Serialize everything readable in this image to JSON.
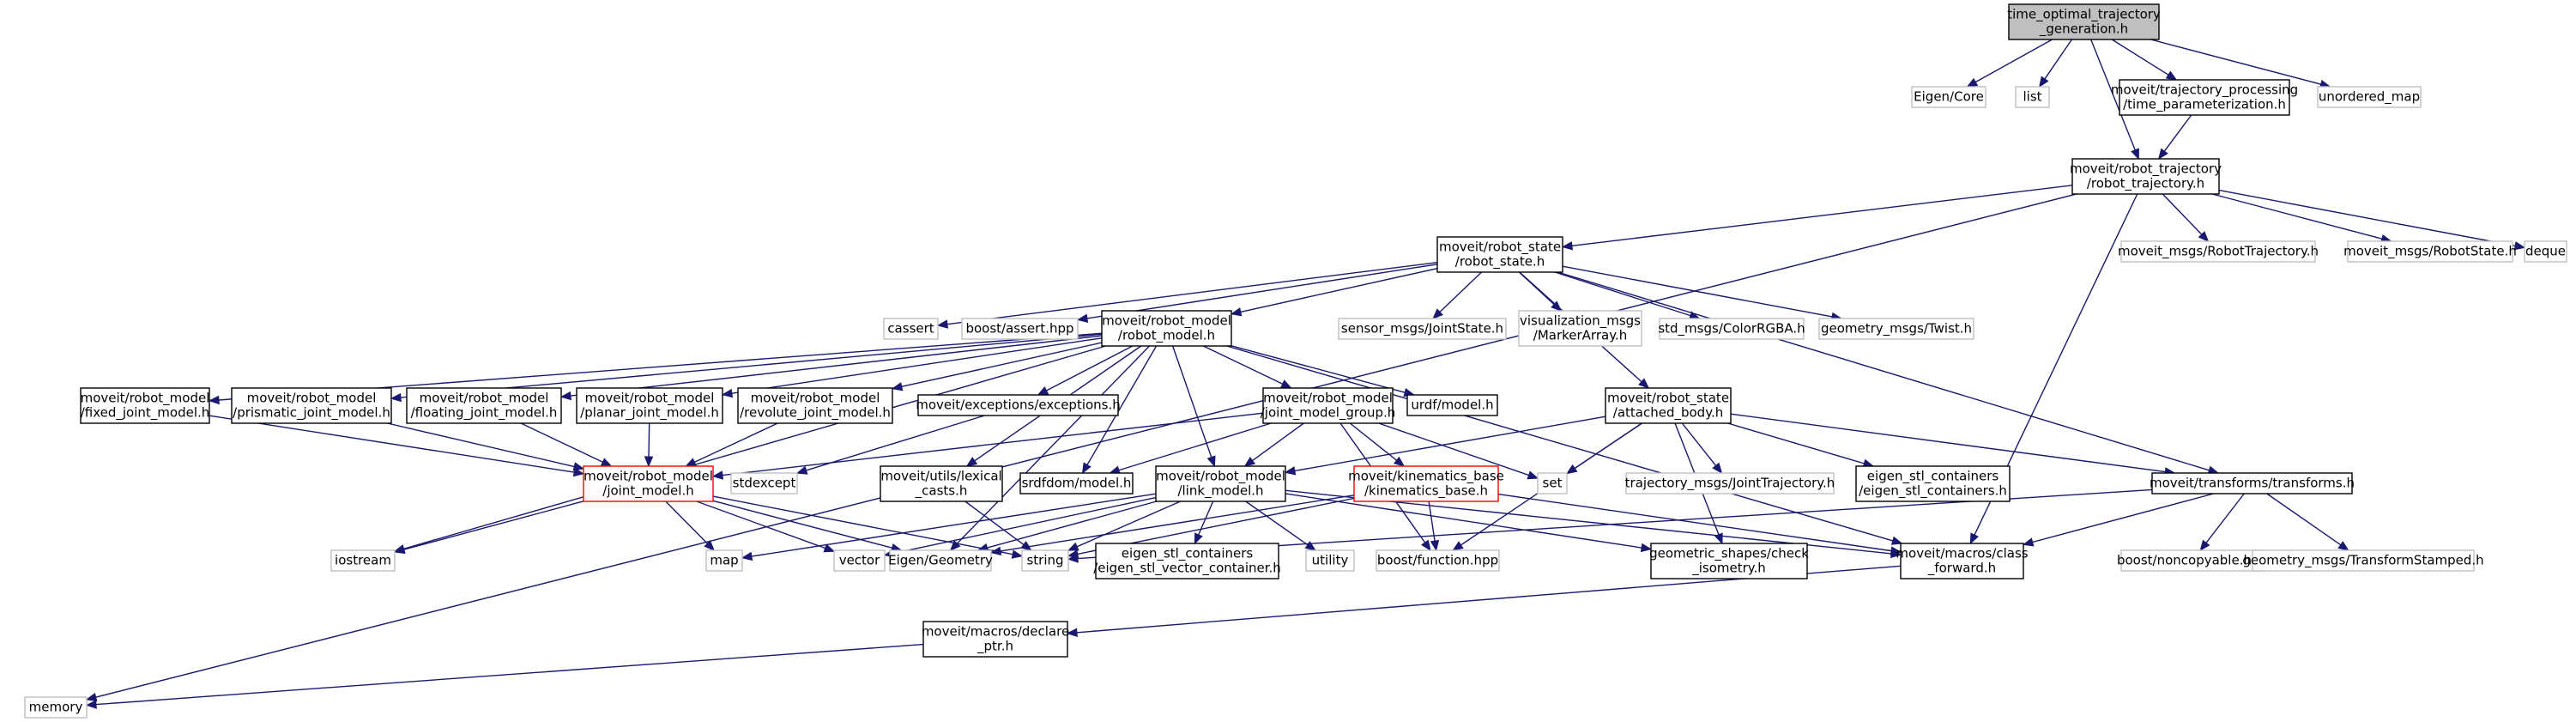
{
  "graph": {
    "nodes": [
      {
        "id": "root",
        "lines": [
          "time_optimal_trajectory",
          "_generation.h"
        ],
        "style": "root"
      },
      {
        "id": "eigen_core",
        "lines": [
          "Eigen/Core"
        ],
        "style": "ext"
      },
      {
        "id": "list",
        "lines": [
          "list"
        ],
        "style": "ext"
      },
      {
        "id": "time_param",
        "lines": [
          "moveit/trajectory_processing",
          "/time_parameterization.h"
        ],
        "style": "normal"
      },
      {
        "id": "unordered_map",
        "lines": [
          "unordered_map"
        ],
        "style": "ext"
      },
      {
        "id": "robot_traj",
        "lines": [
          "moveit/robot_trajectory",
          "/robot_trajectory.h"
        ],
        "style": "normal"
      },
      {
        "id": "robot_state",
        "lines": [
          "moveit/robot_state",
          "/robot_state.h"
        ],
        "style": "normal"
      },
      {
        "id": "msg_robot_traj",
        "lines": [
          "moveit_msgs/RobotTrajectory.h"
        ],
        "style": "ext"
      },
      {
        "id": "msg_robot_state",
        "lines": [
          "moveit_msgs/RobotState.h"
        ],
        "style": "ext"
      },
      {
        "id": "deque",
        "lines": [
          "deque"
        ],
        "style": "ext"
      },
      {
        "id": "cassert",
        "lines": [
          "cassert"
        ],
        "style": "ext"
      },
      {
        "id": "boost_assert",
        "lines": [
          "boost/assert.hpp"
        ],
        "style": "ext"
      },
      {
        "id": "robot_model",
        "lines": [
          "moveit/robot_model",
          "/robot_model.h"
        ],
        "style": "normal"
      },
      {
        "id": "sensor_joint",
        "lines": [
          "sensor_msgs/JointState.h"
        ],
        "style": "ext"
      },
      {
        "id": "vis_marker",
        "lines": [
          "visualization_msgs",
          "/MarkerArray.h"
        ],
        "style": "ext"
      },
      {
        "id": "std_color",
        "lines": [
          "std_msgs/ColorRGBA.h"
        ],
        "style": "ext"
      },
      {
        "id": "geo_twist",
        "lines": [
          "geometry_msgs/Twist.h"
        ],
        "style": "ext"
      },
      {
        "id": "fixed_joint",
        "lines": [
          "moveit/robot_model",
          "/fixed_joint_model.h"
        ],
        "style": "normal"
      },
      {
        "id": "prismatic_joint",
        "lines": [
          "moveit/robot_model",
          "/prismatic_joint_model.h"
        ],
        "style": "normal"
      },
      {
        "id": "floating_joint",
        "lines": [
          "moveit/robot_model",
          "/floating_joint_model.h"
        ],
        "style": "normal"
      },
      {
        "id": "planar_joint",
        "lines": [
          "moveit/robot_model",
          "/planar_joint_model.h"
        ],
        "style": "normal"
      },
      {
        "id": "revolute_joint",
        "lines": [
          "moveit/robot_model",
          "/revolute_joint_model.h"
        ],
        "style": "normal"
      },
      {
        "id": "exceptions",
        "lines": [
          "moveit/exceptions/exceptions.h"
        ],
        "style": "normal"
      },
      {
        "id": "joint_model_group",
        "lines": [
          "moveit/robot_model",
          "/joint_model_group.h"
        ],
        "style": "normal"
      },
      {
        "id": "urdf_model",
        "lines": [
          "urdf/model.h"
        ],
        "style": "normal"
      },
      {
        "id": "attached_body",
        "lines": [
          "moveit/robot_state",
          "/attached_body.h"
        ],
        "style": "normal"
      },
      {
        "id": "joint_model",
        "lines": [
          "moveit/robot_model",
          "/joint_model.h"
        ],
        "style": "red"
      },
      {
        "id": "stdexcept",
        "lines": [
          "stdexcept"
        ],
        "style": "ext"
      },
      {
        "id": "lexical_casts",
        "lines": [
          "moveit/utils/lexical",
          "_casts.h"
        ],
        "style": "normal"
      },
      {
        "id": "srdfdom_model",
        "lines": [
          "srdfdom/model.h"
        ],
        "style": "normal"
      },
      {
        "id": "link_model",
        "lines": [
          "moveit/robot_model",
          "/link_model.h"
        ],
        "style": "normal"
      },
      {
        "id": "kinematics_base",
        "lines": [
          "moveit/kinematics_base",
          "/kinematics_base.h"
        ],
        "style": "red"
      },
      {
        "id": "set",
        "lines": [
          "set"
        ],
        "style": "ext"
      },
      {
        "id": "traj_joint",
        "lines": [
          "trajectory_msgs/JointTrajectory.h"
        ],
        "style": "ext"
      },
      {
        "id": "eigen_stl_containers",
        "lines": [
          "eigen_stl_containers",
          "/eigen_stl_containers.h"
        ],
        "style": "normal"
      },
      {
        "id": "transforms",
        "lines": [
          "moveit/transforms/transforms.h"
        ],
        "style": "normal"
      },
      {
        "id": "iostream",
        "lines": [
          "iostream"
        ],
        "style": "ext"
      },
      {
        "id": "map",
        "lines": [
          "map"
        ],
        "style": "ext"
      },
      {
        "id": "vector",
        "lines": [
          "vector"
        ],
        "style": "ext"
      },
      {
        "id": "eigen_geometry",
        "lines": [
          "Eigen/Geometry"
        ],
        "style": "ext"
      },
      {
        "id": "string",
        "lines": [
          "string"
        ],
        "style": "ext"
      },
      {
        "id": "eigen_stl_vector",
        "lines": [
          "eigen_stl_containers",
          "/eigen_stl_vector_container.h"
        ],
        "style": "normal"
      },
      {
        "id": "utility",
        "lines": [
          "utility"
        ],
        "style": "ext"
      },
      {
        "id": "boost_function",
        "lines": [
          "boost/function.hpp"
        ],
        "style": "ext"
      },
      {
        "id": "check_isometry",
        "lines": [
          "geometric_shapes/check",
          "_isometry.h"
        ],
        "style": "normal"
      },
      {
        "id": "class_forward",
        "lines": [
          "moveit/macros/class",
          "_forward.h"
        ],
        "style": "normal"
      },
      {
        "id": "boost_noncopyable",
        "lines": [
          "boost/noncopyable.hpp"
        ],
        "style": "ext"
      },
      {
        "id": "geo_transform_stamped",
        "lines": [
          "geometry_msgs/TransformStamped.h"
        ],
        "style": "ext"
      },
      {
        "id": "declare_ptr",
        "lines": [
          "moveit/macros/declare",
          "_ptr.h"
        ],
        "style": "normal"
      },
      {
        "id": "memory",
        "lines": [
          "memory"
        ],
        "style": "ext"
      }
    ],
    "edges": [
      [
        "root",
        "eigen_core"
      ],
      [
        "root",
        "list"
      ],
      [
        "root",
        "time_param"
      ],
      [
        "root",
        "unordered_map"
      ],
      [
        "root",
        "robot_traj"
      ],
      [
        "time_param",
        "robot_traj"
      ],
      [
        "robot_traj",
        "robot_state"
      ],
      [
        "robot_traj",
        "msg_robot_traj"
      ],
      [
        "robot_traj",
        "msg_robot_state"
      ],
      [
        "robot_traj",
        "deque"
      ],
      [
        "robot_traj",
        "memory"
      ],
      [
        "robot_traj",
        "class_forward"
      ],
      [
        "robot_state",
        "cassert"
      ],
      [
        "robot_state",
        "boost_assert"
      ],
      [
        "robot_state",
        "robot_model"
      ],
      [
        "robot_state",
        "sensor_joint"
      ],
      [
        "robot_state",
        "vis_marker"
      ],
      [
        "robot_state",
        "std_color"
      ],
      [
        "robot_state",
        "geo_twist"
      ],
      [
        "robot_state",
        "attached_body"
      ],
      [
        "robot_state",
        "transforms"
      ],
      [
        "robot_model",
        "fixed_joint"
      ],
      [
        "robot_model",
        "prismatic_joint"
      ],
      [
        "robot_model",
        "floating_joint"
      ],
      [
        "robot_model",
        "planar_joint"
      ],
      [
        "robot_model",
        "revolute_joint"
      ],
      [
        "robot_model",
        "exceptions"
      ],
      [
        "robot_model",
        "joint_model_group"
      ],
      [
        "robot_model",
        "urdf_model"
      ],
      [
        "robot_model",
        "iostream"
      ],
      [
        "robot_model",
        "eigen_geometry"
      ],
      [
        "robot_model",
        "lexical_casts"
      ],
      [
        "robot_model",
        "srdfdom_model"
      ],
      [
        "robot_model",
        "link_model"
      ],
      [
        "robot_model",
        "class_forward"
      ],
      [
        "fixed_joint",
        "joint_model"
      ],
      [
        "prismatic_joint",
        "joint_model"
      ],
      [
        "floating_joint",
        "joint_model"
      ],
      [
        "planar_joint",
        "joint_model"
      ],
      [
        "revolute_joint",
        "joint_model"
      ],
      [
        "exceptions",
        "stdexcept"
      ],
      [
        "joint_model_group",
        "joint_model"
      ],
      [
        "joint_model_group",
        "srdfdom_model"
      ],
      [
        "joint_model_group",
        "link_model"
      ],
      [
        "joint_model_group",
        "kinematics_base"
      ],
      [
        "joint_model_group",
        "set"
      ],
      [
        "joint_model_group",
        "boost_function"
      ],
      [
        "attached_body",
        "link_model"
      ],
      [
        "attached_body",
        "set"
      ],
      [
        "attached_body",
        "traj_joint"
      ],
      [
        "attached_body",
        "eigen_stl_containers"
      ],
      [
        "attached_body",
        "transforms"
      ],
      [
        "attached_body",
        "boost_function"
      ],
      [
        "attached_body",
        "check_isometry"
      ],
      [
        "joint_model",
        "iostream"
      ],
      [
        "joint_model",
        "map"
      ],
      [
        "joint_model",
        "vector"
      ],
      [
        "joint_model",
        "eigen_geometry"
      ],
      [
        "joint_model",
        "string"
      ],
      [
        "lexical_casts",
        "string"
      ],
      [
        "link_model",
        "map"
      ],
      [
        "link_model",
        "vector"
      ],
      [
        "link_model",
        "eigen_geometry"
      ],
      [
        "link_model",
        "string"
      ],
      [
        "link_model",
        "eigen_stl_vector"
      ],
      [
        "link_model",
        "utility"
      ],
      [
        "link_model",
        "check_isometry"
      ],
      [
        "link_model",
        "class_forward"
      ],
      [
        "kinematics_base",
        "eigen_geometry"
      ],
      [
        "kinematics_base",
        "string"
      ],
      [
        "kinematics_base",
        "boost_function"
      ],
      [
        "kinematics_base",
        "class_forward"
      ],
      [
        "transforms",
        "string"
      ],
      [
        "transforms",
        "class_forward"
      ],
      [
        "transforms",
        "boost_noncopyable"
      ],
      [
        "transforms",
        "geo_transform_stamped"
      ],
      [
        "class_forward",
        "declare_ptr"
      ],
      [
        "declare_ptr",
        "memory"
      ]
    ]
  }
}
